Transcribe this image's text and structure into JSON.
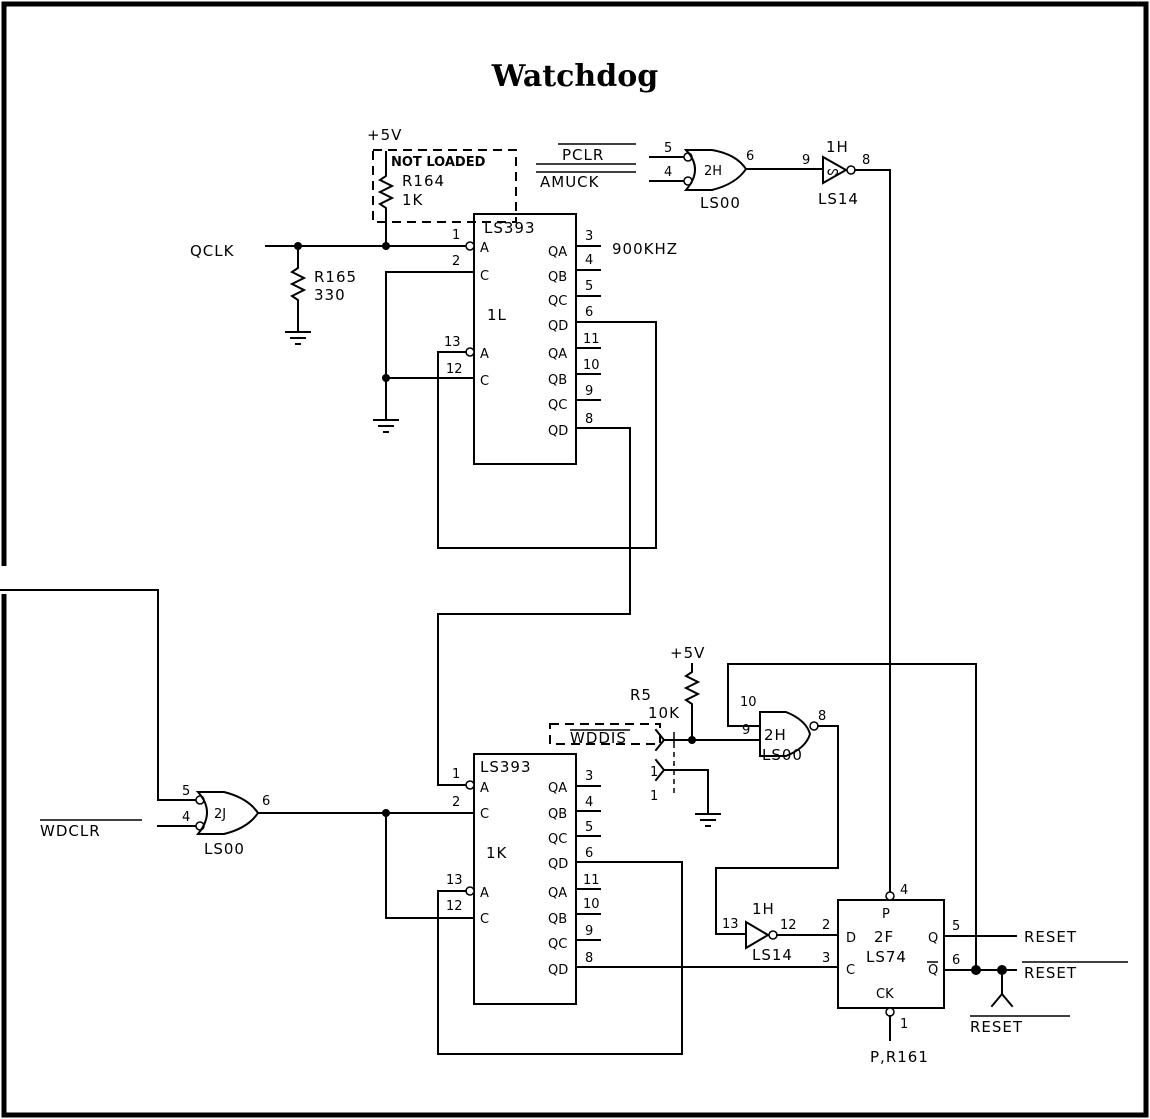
{
  "title": "Watchdog",
  "power": {
    "vcc": "+5V"
  },
  "not_loaded": "NOT LOADED",
  "resistors": {
    "r164": {
      "ref": "R164",
      "value": "1K"
    },
    "r165": {
      "ref": "R165",
      "value": "330"
    },
    "r5": {
      "ref": "R5",
      "value": "10K"
    },
    "r161": "P,R161"
  },
  "signals": {
    "qclk": "QCLK",
    "freq": "900KHZ",
    "pclr": "PCLR",
    "amuck": "AMUCK",
    "wdclr": "WDCLR",
    "wdis": "WDDIS",
    "reset": "RESET",
    "reset_n": "RESET",
    "reset_n2": "RESET"
  },
  "chips": {
    "ls393": "LS393",
    "ls00": "LS00",
    "ls14": "LS14",
    "ls74": "LS74",
    "u1l": "1L",
    "u1k": "1K",
    "u2h": "2H",
    "u2j": "2J",
    "u1h": "1H",
    "u2f": "2F"
  },
  "counter_pins": {
    "a": "A",
    "c": "C",
    "qa": "QA",
    "qb": "QB",
    "qc": "QC",
    "qd": "QD"
  },
  "ff_pins": {
    "p": "P",
    "d": "D",
    "c": "C",
    "q": "Q",
    "ck": "CK"
  },
  "pins": {
    "c1": {
      "a1": "1",
      "c1": "2",
      "a2": "13",
      "c2": "12",
      "qa1": "3",
      "qb1": "4",
      "qc1": "5",
      "qd1": "6",
      "qa2": "11",
      "qb2": "10",
      "qc2": "9",
      "qd2": "8"
    },
    "c2": {
      "a1": "1",
      "c1": "2",
      "a2": "13",
      "c2": "12",
      "qa1": "3",
      "qb1": "4",
      "qc1": "5",
      "qd1": "6",
      "qa2": "11",
      "qb2": "10",
      "qc2": "9",
      "qd2": "8"
    },
    "g2h_top": {
      "i1": "5",
      "i2": "4",
      "o": "6"
    },
    "g1h_top": {
      "i": "9",
      "o": "8"
    },
    "g2j": {
      "i1": "5",
      "i2": "4",
      "o": "6"
    },
    "g2h_bot": {
      "i1": "10",
      "i2": "9",
      "o": "8"
    },
    "g1h_bot": {
      "i": "13",
      "o": "12"
    },
    "ff": {
      "p": "4",
      "d": "2",
      "c": "3",
      "q": "5",
      "qn": "6",
      "ck": "1"
    },
    "jumper": {
      "p1": "1",
      "p2": "1"
    }
  }
}
